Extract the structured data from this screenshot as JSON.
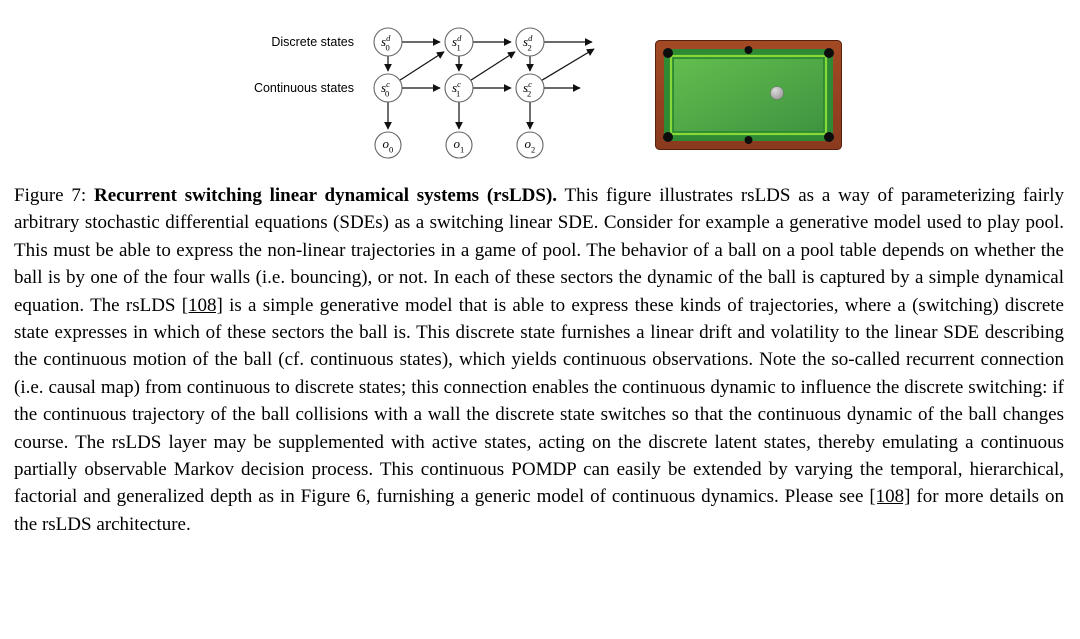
{
  "diagram": {
    "labels": {
      "discrete": "Discrete states",
      "continuous": "Continuous states"
    },
    "nodes": {
      "d": [
        {
          "base": "s",
          "sup": "d",
          "sub": "0"
        },
        {
          "base": "s",
          "sup": "d",
          "sub": "1"
        },
        {
          "base": "s",
          "sup": "d",
          "sub": "2"
        }
      ],
      "c": [
        {
          "base": "s",
          "sup": "c",
          "sub": "0"
        },
        {
          "base": "s",
          "sup": "c",
          "sub": "1"
        },
        {
          "base": "s",
          "sup": "c",
          "sub": "2"
        }
      ],
      "o": [
        {
          "base": "o",
          "sub": "0"
        },
        {
          "base": "o",
          "sub": "1"
        },
        {
          "base": "o",
          "sub": "2"
        }
      ]
    }
  },
  "pool": {
    "colors": {
      "wood": "#8a3a1e",
      "wood_light": "#a34a24",
      "wood_dark": "#57200d",
      "rail": "#2e8b33",
      "line": "#86d937",
      "felt": "#3f9440",
      "felt_light": "#63bd4e",
      "pocket": "#0d0d0d",
      "ball": "#8f8f8f",
      "ball_highlight": "#dcdcdc"
    }
  },
  "caption": {
    "label": "Figure 7: ",
    "title": "Recurrent switching linear dynamical systems (rsLDS).",
    "body1": " This figure illustrates rsLDS as a way of parameterizing fairly arbitrary stochastic differential equations (SDEs) as a switching linear SDE. Consider for example a generative model used to play pool. This must be able to express the non-linear trajectories in a game of pool. The behavior of a ball on a pool table depends on whether the ball is by one of the four walls (i.e. bouncing), or not. In each of these sectors the dynamic of the ball is captured by a simple dynamical equation. The rsLDS ",
    "cite1": "[108]",
    "body2": " is a simple generative model that is able to express these kinds of trajectories, where a (switching) discrete state expresses in which of these sectors the ball is. This discrete state furnishes a linear drift and volatility to the linear SDE describing the continuous motion of the ball (cf. continuous states), which yields continuous observations. Note the so-called recurrent connection (i.e. causal map) from continuous to discrete states; this connection enables the continuous dynamic to influence the discrete switching: if the continuous trajectory of the ball collisions with a wall the discrete state switches so that the continuous dynamic of the ball changes course. The rsLDS layer may be supplemented with active states, acting on the discrete latent states, thereby emulating a continuous partially observable Markov decision process. This continuous POMDP can easily be extended by varying the temporal, hierarchical, factorial and generalized depth as in Figure 6, furnishing a generic model of continuous dynamics. Please see ",
    "cite2": "[108]",
    "body3": " for more details on the rsLDS architecture."
  }
}
